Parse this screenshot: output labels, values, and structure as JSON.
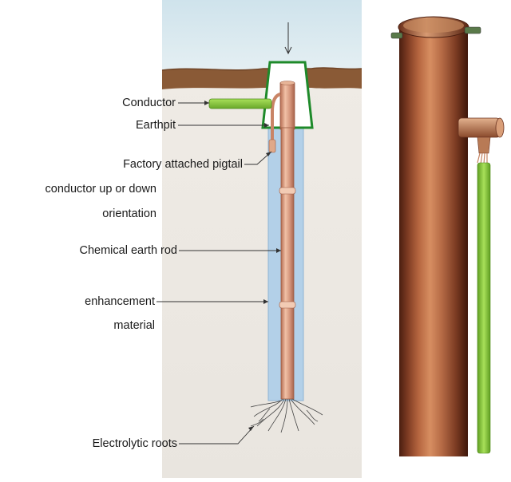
{
  "diagram": {
    "title": "Chemical earthing electrode installation",
    "labels": {
      "conductor": "Conductor",
      "earthpit": "Earthpit",
      "pigtail": [
        "Factory attached pigtail",
        "conductor up or down",
        "orientation"
      ],
      "rod": "Chemical earth rod",
      "enhancement": [
        "enhancement",
        "material"
      ],
      "roots": "Electrolytic roots"
    }
  },
  "colors": {
    "sky": "#dceaf0",
    "soil_surface": "#8a5a36",
    "ground": "#ece8e2",
    "backfill": "#a9c8e4",
    "pit_outline": "#1e8a2a",
    "copper": "#c0785a",
    "conductor_green": "#8cc63f"
  },
  "icons": [
    "down-arrow-icon",
    "clamp-icon",
    "lug-icon"
  ]
}
